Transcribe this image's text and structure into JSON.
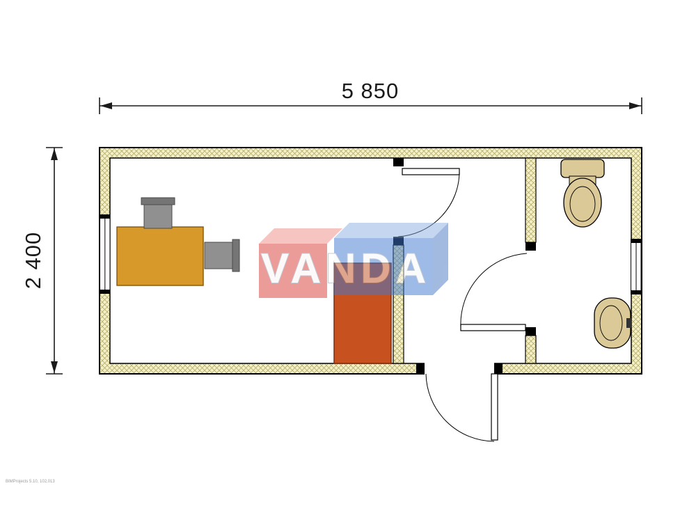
{
  "dimensions": {
    "top": {
      "label": "5 850"
    },
    "left": {
      "label": "2 400"
    }
  },
  "watermark": {
    "text": "VANDA"
  },
  "footer": {
    "note": "BIMProjects 5.10, 102,013"
  },
  "colors": {
    "wall_fill": "#f4f0c8",
    "wall_hatch": "#b9ad6b",
    "outline": "#000000",
    "desk": "#d6992a",
    "chair_seat": "#909090",
    "chair_back": "#757575",
    "cabinet": "#c85120",
    "fixture": "#dbc998",
    "watermark_red": "#d93a34",
    "watermark_blue": "#3f7ad0",
    "dimension_text": "#1a1a1a"
  },
  "symbols": {
    "toilet": "toilet-fixture",
    "washbasin": "washbasin-fixture",
    "desk": "office-desk",
    "chair": "office-chair",
    "cabinet": "storage-cabinet",
    "door": "door-swing",
    "window": "window-opening"
  }
}
